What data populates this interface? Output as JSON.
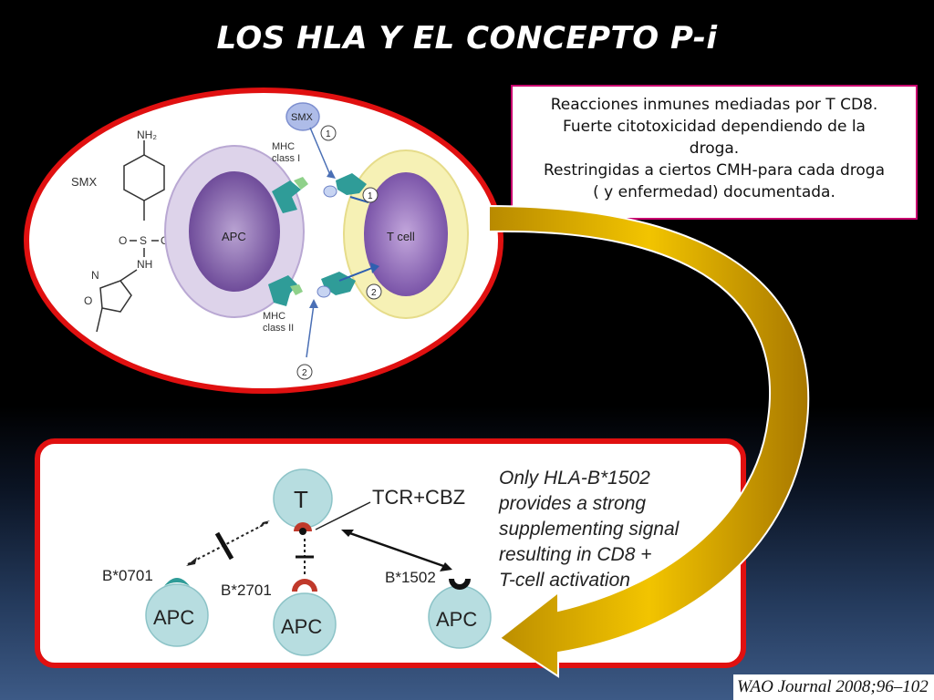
{
  "title": "LOS HLA Y EL CONCEPTO P-i",
  "description": {
    "lines": [
      "Reacciones inmunes mediadas por T CD8.",
      "Fuerte citotoxicidad dependiendo de la",
      "droga.",
      "Restringidas a ciertos CMH-para cada droga",
      "( y enfermedad) documentada."
    ]
  },
  "top_figure": {
    "molecule_label": "SMX",
    "nh2_label": "NH₂",
    "nh_label": "NH",
    "o_label": "O",
    "s_label": "S",
    "n_label": "N",
    "o2_label": "O",
    "smx_bubble": "SMX",
    "apc_label": "APC",
    "tcell_label": "T cell",
    "mhc1_label": [
      "MHC",
      "class I"
    ],
    "mhc2_label": [
      "MHC",
      "class II"
    ],
    "marker_1": "1",
    "marker_2": "2"
  },
  "bottom_figure": {
    "t_label": "T",
    "tcr_label": "TCR+CBZ",
    "apc_label": "APC",
    "allele_1": "B*0701",
    "allele_2": "B*2701",
    "allele_3": "B*1502",
    "text_lines": [
      "Only HLA-B*1502",
      "provides a strong",
      "supplementing signal",
      "resulting in CD8 +",
      "T-cell activation"
    ]
  },
  "citation": "WAO Journal 2008;96–102",
  "colors": {
    "frame_red": "#e01010",
    "box_border": "#c8006e",
    "arrow_gold": "#d9a800",
    "cell_teal": "#b7dde0",
    "receptor_teal": "#2f9c98"
  }
}
